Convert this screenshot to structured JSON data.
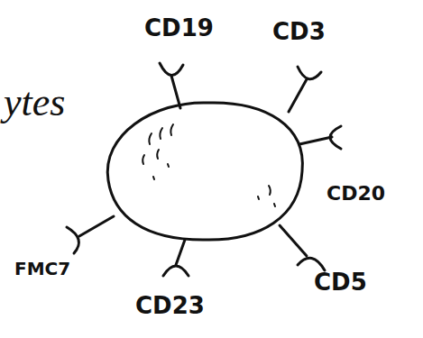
{
  "diagram": {
    "labels": [
      "ytes",
      "CD19",
      "CD3",
      "CD20",
      "CD5",
      "CD23",
      "FMC7"
    ]
  }
}
